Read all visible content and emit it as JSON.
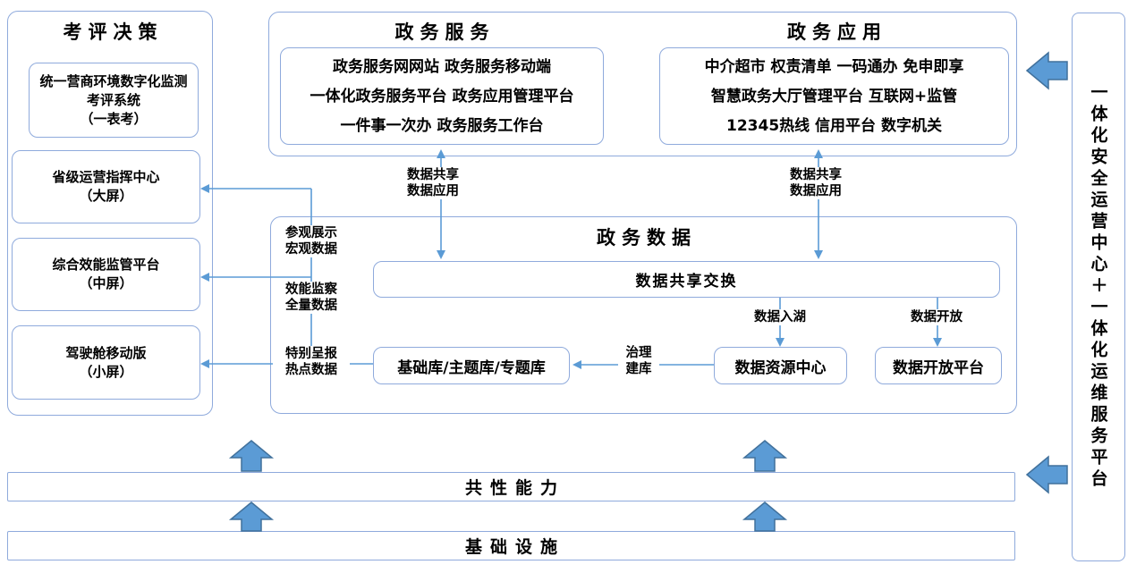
{
  "left_panel": {
    "title": "考评决策",
    "boxes": [
      {
        "lines": [
          "统一营商环境数字化监测",
          "考评系统",
          "（一表考）"
        ]
      },
      {
        "lines": [
          "省级运营指挥中心",
          "（大屏）"
        ]
      },
      {
        "lines": [
          "综合效能监管平台",
          "（中屏）"
        ]
      },
      {
        "lines": [
          "驾驶舱移动版",
          "（小屏）"
        ]
      }
    ]
  },
  "top_panel": {
    "service": {
      "title": "政务服务",
      "lines": [
        "政务服务网网站 政务服务移动端",
        "一体化政务服务平台 政务应用管理平台",
        "一件事一次办 政务服务工作台"
      ]
    },
    "application": {
      "title": "政务应用",
      "lines": [
        "中介超市 权责清单 一码通办 免申即享",
        "智慧政务大厅管理平台 互联网+监管",
        "12345热线 信用平台 数字机关"
      ]
    }
  },
  "data_panel": {
    "title": "政务数据",
    "exchange_bar": "数据共享交换",
    "base_box": "基础库/主题库/专题库",
    "resource_box": "数据资源中心",
    "open_box": "数据开放平台",
    "lake_label": "数据入湖",
    "open_label": "数据开放",
    "govern_label": [
      "治理",
      "建库"
    ]
  },
  "flow_labels": {
    "share_left": [
      "数据共享",
      "数据应用"
    ],
    "share_right": [
      "数据共享",
      "数据应用"
    ],
    "view": [
      "参观展示",
      "宏观数据"
    ],
    "efficiency": [
      "效能监察",
      "全量数据"
    ],
    "special": [
      "特别呈报",
      "热点数据"
    ]
  },
  "bottom_bars": {
    "common": "共性能力",
    "infra": "基础设施"
  },
  "right_panel": {
    "text": "一体化安全运营中心＋一体化运维服务平台"
  },
  "colors": {
    "box_border": "#8FAADC",
    "connector": "#5B9BD5",
    "fat_arrow_fill": "#5B9BD5",
    "fat_arrow_stroke": "#41719C",
    "text": "#000000"
  }
}
